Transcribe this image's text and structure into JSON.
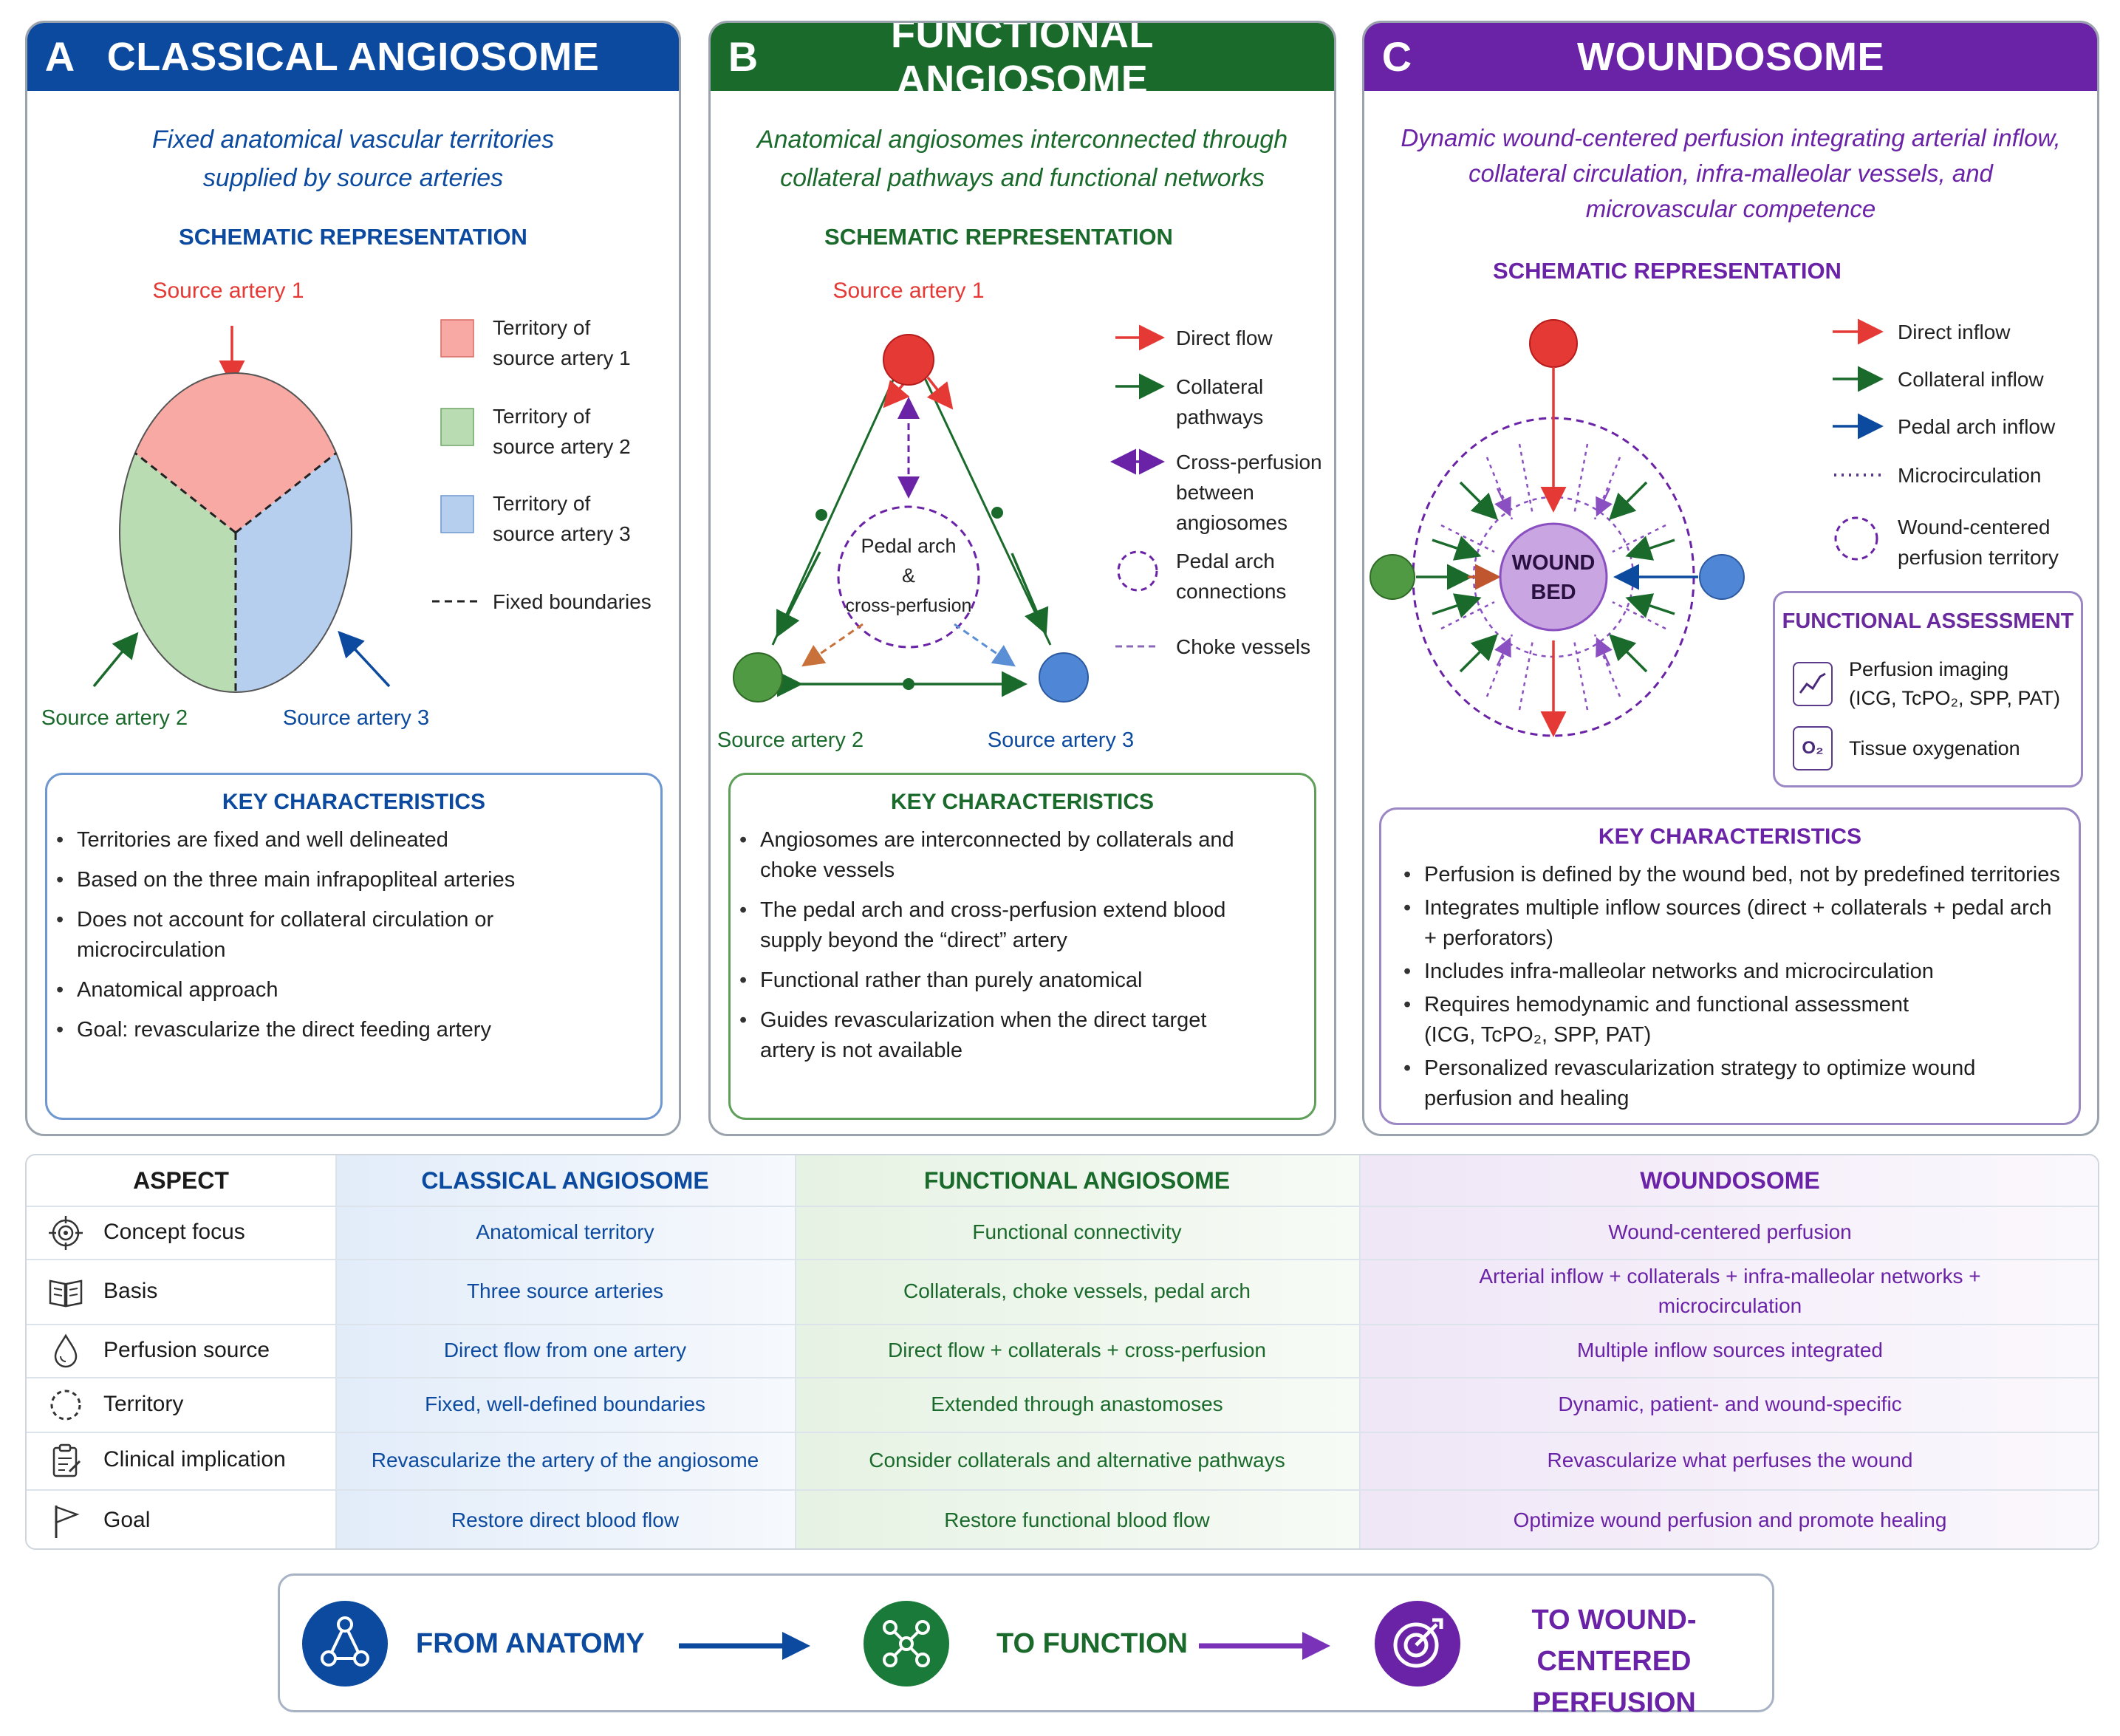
{
  "colors": {
    "blue": "#0b4a9f",
    "green": "#1a6a2c",
    "purple": "#6a22a6",
    "red": "#e53935",
    "light_red": "#f8a9a3",
    "light_green": "#b9dcb2",
    "light_blue": "#b7cfee",
    "node_green": "#4f9a43",
    "node_blue": "#4f86d6"
  },
  "panel_a": {
    "letter": "A",
    "title": "CLASSICAL ANGIOSOME",
    "subtitle": [
      "Fixed anatomical vascular territories",
      "supplied by source arteries"
    ],
    "schematic": "SCHEMATIC REPRESENTATION",
    "diagram": {
      "source1": "Source artery 1",
      "source2": "Source artery 2",
      "source3": "Source artery 3",
      "legend": [
        {
          "line1": "Territory of",
          "line2": "source artery 1"
        },
        {
          "line1": "Territory of",
          "line2": "source artery 2"
        },
        {
          "line1": "Territory of",
          "line2": "source artery 3"
        }
      ],
      "fixed_boundaries": "Fixed boundaries"
    },
    "key_title": "KEY CHARACTERISTICS",
    "key_items": [
      "Territories are fixed and well delineated",
      "Based on the three main infrapopliteal arteries",
      "Does not account for collateral circulation or microcirculation",
      "Anatomical approach",
      "Goal: revascularize the direct feeding artery"
    ]
  },
  "panel_b": {
    "letter": "B",
    "title": "FUNCTIONAL ANGIOSOME",
    "subtitle": [
      "Anatomical angiosomes interconnected through",
      "collateral pathways and functional networks"
    ],
    "schematic": "SCHEMATIC REPRESENTATION",
    "diagram": {
      "source1": "Source artery 1",
      "source2": "Source artery 2",
      "source3": "Source artery 3",
      "center": [
        "Pedal arch",
        "&",
        "cross-perfusion"
      ],
      "legend": [
        [
          "Direct flow"
        ],
        [
          "Collateral",
          "pathways"
        ],
        [
          "Cross-perfusion",
          "between",
          "angiosomes"
        ],
        [
          "Pedal arch",
          "connections"
        ],
        [
          "Choke vessels"
        ]
      ]
    },
    "key_title": "KEY CHARACTERISTICS",
    "key_items": [
      "Angiosomes are interconnected by collaterals and choke vessels",
      "The pedal arch and cross-perfusion extend blood supply beyond the “direct” artery",
      "Functional rather than purely anatomical",
      "Guides revascularization when the direct target artery is not available"
    ]
  },
  "panel_c": {
    "letter": "C",
    "title": "WOUNDOSOME",
    "subtitle": [
      "Dynamic wound-centered perfusion integrating arterial inflow,",
      "collateral circulation, infra-malleolar vessels, and",
      "microvascular competence"
    ],
    "schematic": "SCHEMATIC REPRESENTATION",
    "diagram": {
      "wound": [
        "WOUND",
        "BED"
      ],
      "legend": [
        [
          "Direct inflow"
        ],
        [
          "Collateral inflow"
        ],
        [
          "Pedal arch inflow"
        ],
        [
          "Microcirculation"
        ],
        [
          "Wound-centered",
          "perfusion territory"
        ]
      ]
    },
    "functional_assessment": {
      "title": "FUNCTIONAL ASSESSMENT",
      "item1": [
        "Perfusion imaging",
        "(ICG, TcPO₂, SPP, PAT)"
      ],
      "item2": "Tissue oxygenation",
      "o2_label": "O₂"
    },
    "key_title": "KEY CHARACTERISTICS",
    "key_items": [
      "Perfusion is defined by the wound bed, not by predefined territories",
      "Integrates multiple inflow sources (direct + collaterals + pedal arch + perforators)",
      "Includes infra-malleolar networks and microcirculation",
      "Requires hemodynamic and functional assessment (ICG, TcPO₂, SPP, PAT)",
      "Personalized revascularization strategy to optimize wound perfusion and healing"
    ]
  },
  "table": {
    "headers": {
      "aspect": "ASPECT",
      "classical": "CLASSICAL ANGIOSOME",
      "functional": "FUNCTIONAL ANGIOSOME",
      "woundosome": "WOUNDOSOME"
    },
    "rows": [
      {
        "icon": "target-icon",
        "aspect": "Concept focus",
        "classical": "Anatomical territory",
        "functional": "Functional connectivity",
        "woundosome": "Wound-centered perfusion"
      },
      {
        "icon": "book-icon",
        "aspect": "Basis",
        "classical": "Three source arteries",
        "functional": "Collaterals, choke vessels, pedal arch",
        "woundosome": "Arterial inflow + collaterals + infra-malleolar networks + microcirculation"
      },
      {
        "icon": "drop-icon",
        "aspect": "Perfusion source",
        "classical": "Direct flow from one artery",
        "functional": "Direct flow + collaterals + cross-perfusion",
        "woundosome": "Multiple inflow sources integrated"
      },
      {
        "icon": "dashed-circle-icon",
        "aspect": "Territory",
        "classical": "Fixed, well-defined boundaries",
        "functional": "Extended through anastomoses",
        "woundosome": "Dynamic, patient- and wound-specific"
      },
      {
        "icon": "clipboard-icon",
        "aspect": "Clinical implication",
        "classical": "Revascularize the artery of the angiosome",
        "functional": "Consider collaterals and alternative pathways",
        "woundosome": "Revascularize what perfuses the wound"
      },
      {
        "icon": "flag-icon",
        "aspect": "Goal",
        "classical": "Restore direct blood flow",
        "functional": "Restore functional blood flow",
        "woundosome": "Optimize wound perfusion and promote healing"
      }
    ]
  },
  "banner": {
    "step1": "FROM ANATOMY",
    "step2": "TO FUNCTION",
    "step3": [
      "TO WOUND-CENTERED",
      "PERFUSION"
    ]
  }
}
